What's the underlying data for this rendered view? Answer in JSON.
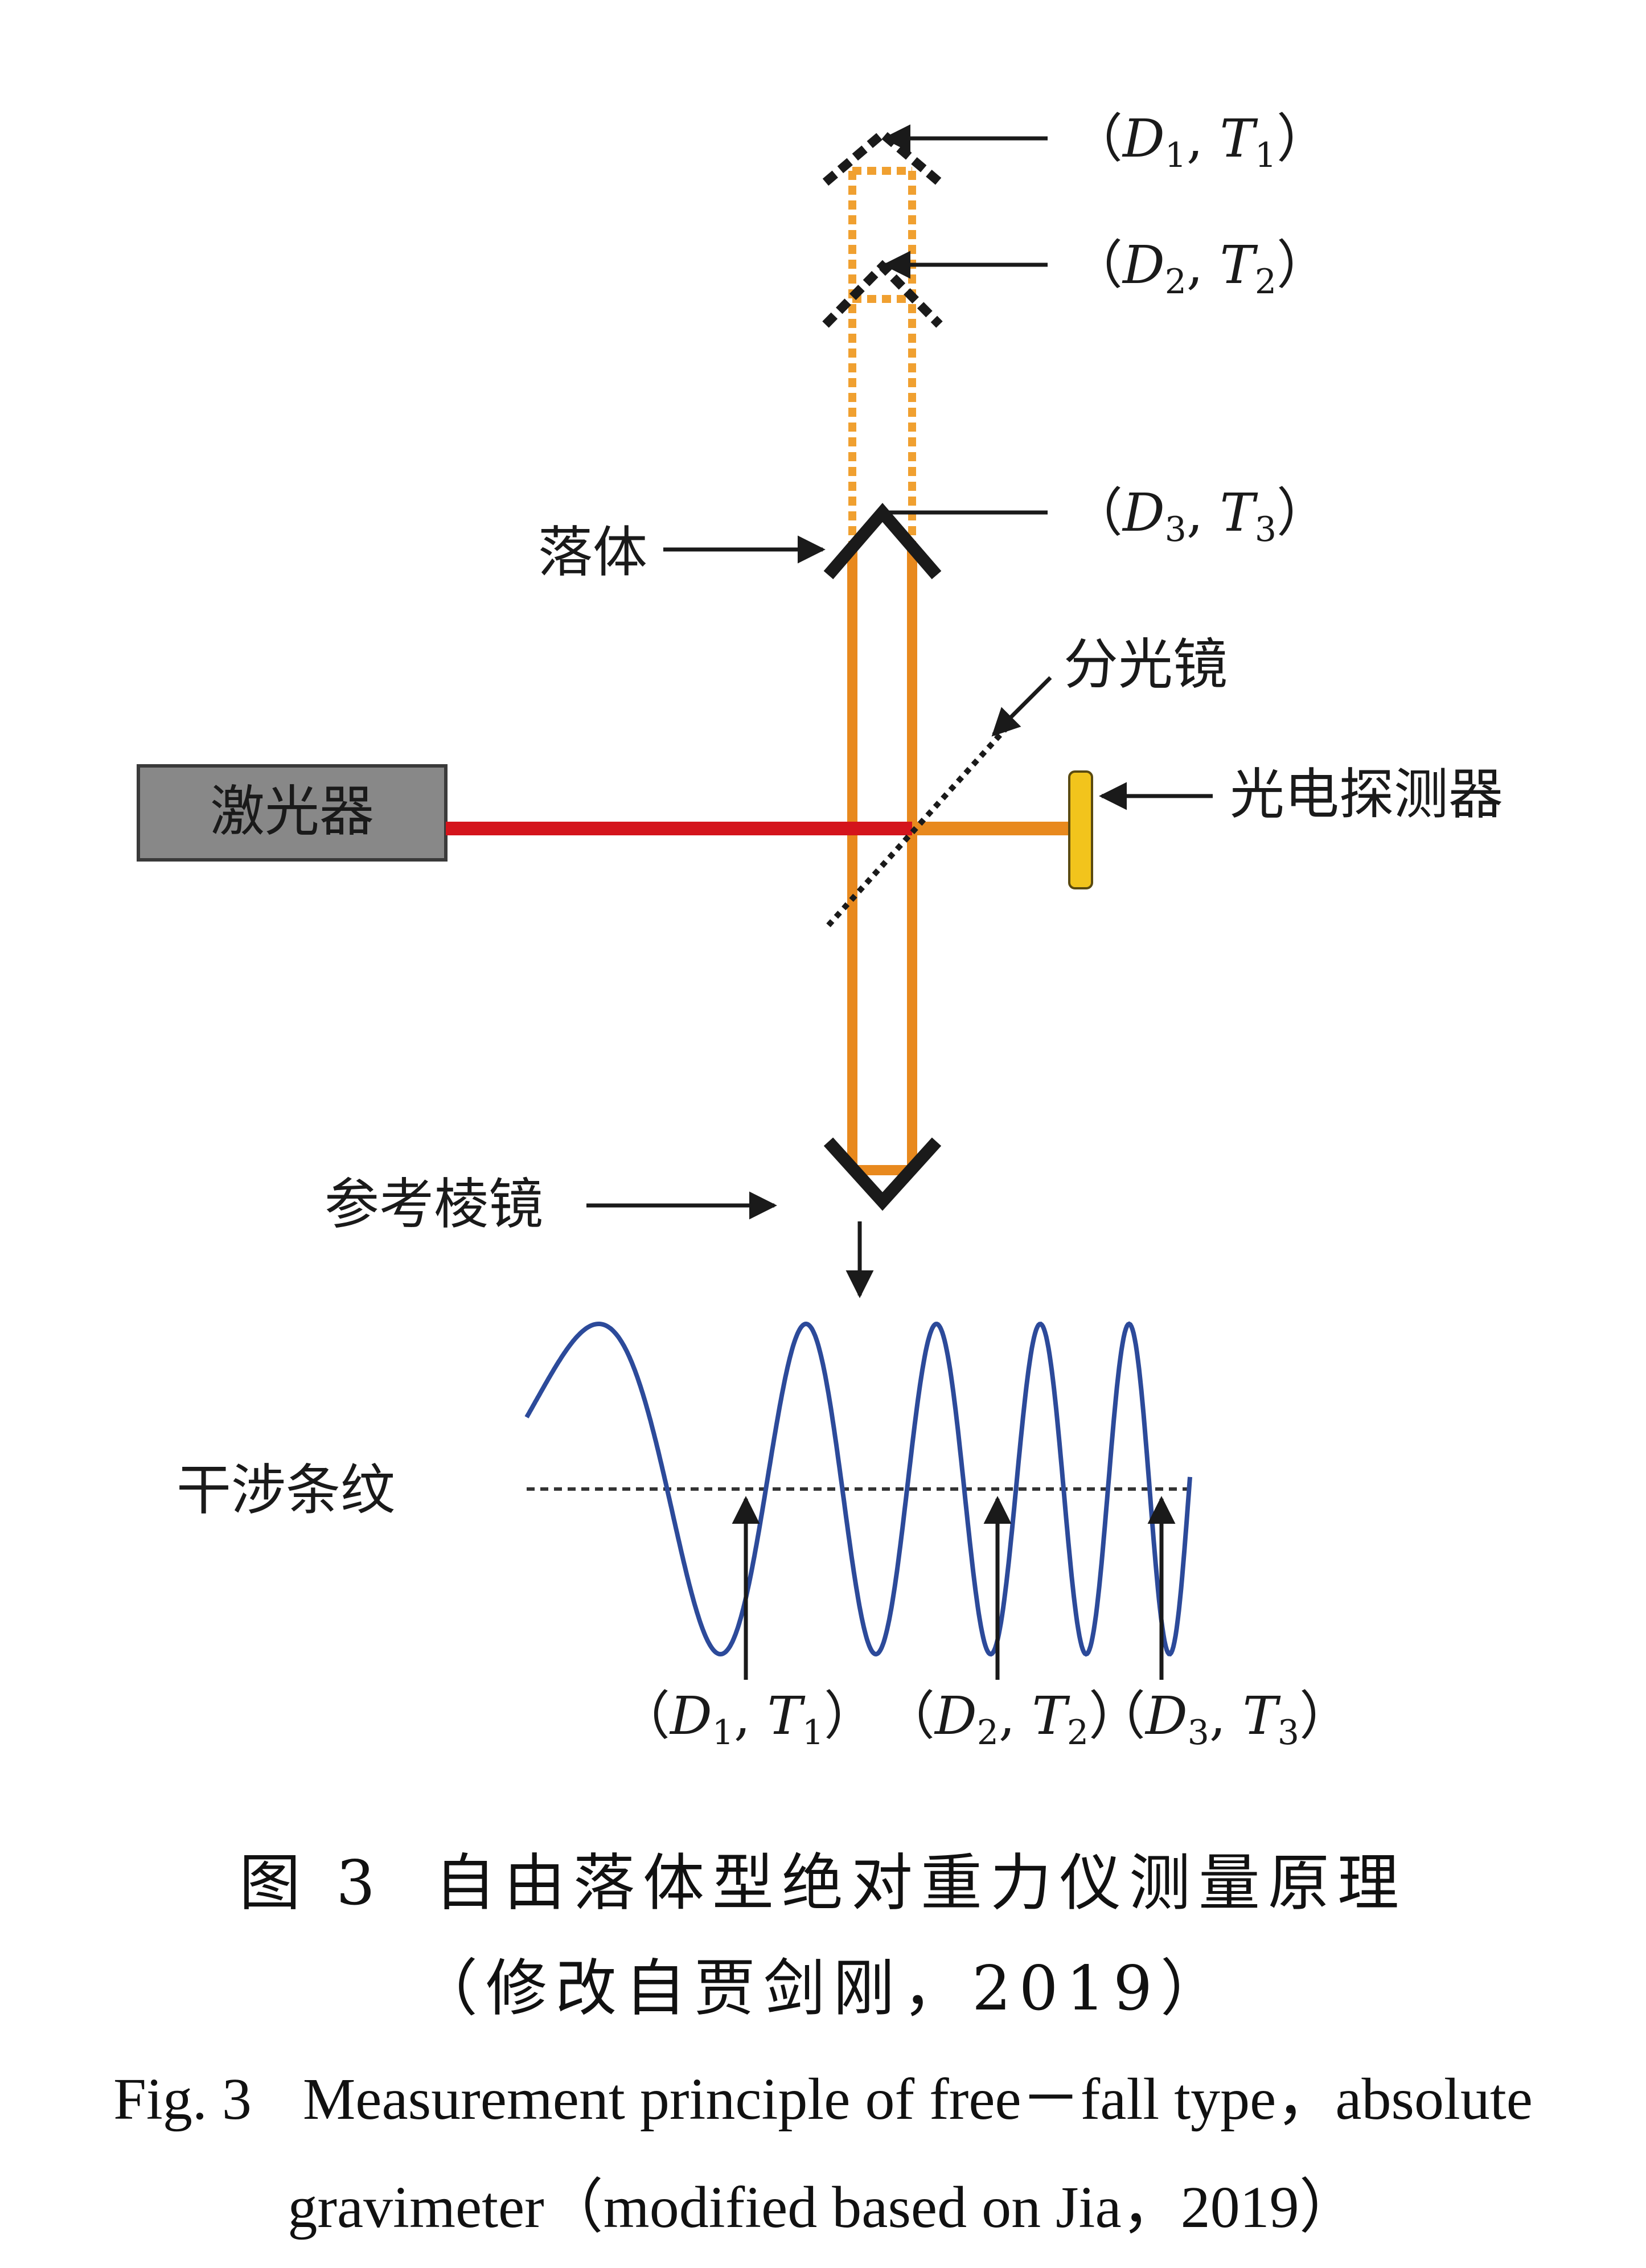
{
  "labels": {
    "falling_body": "落体",
    "beam_splitter": "分光镜",
    "laser": "激光器",
    "photodetector": "光电探测器",
    "reference_prism": "参考棱镜",
    "fringes": "干涉条纹"
  },
  "points": [
    {
      "D": "D",
      "T": "T",
      "sub": "1"
    },
    {
      "D": "D",
      "T": "T",
      "sub": "2"
    },
    {
      "D": "D",
      "T": "T",
      "sub": "3"
    }
  ],
  "punct": {
    "open": "（",
    "comma": ", ",
    "close": "）"
  },
  "caption": {
    "cn_number": "图 3",
    "cn_title": "自由落体型绝对重力仪测量原理",
    "cn_source": "（修改自贾剑刚，2019）",
    "en_line1_number": "Fig. 3",
    "en_line1_text": "Measurement principle of free－fall type，absolute",
    "en_line2": "gravimeter（modified based on Jia，2019）"
  },
  "colors": {
    "beam_orange": "#e8891e",
    "dotted_orange": "#f0a030",
    "laser_red": "#d4141c",
    "laser_box": "#888888",
    "detector_yellow": "#f2c41c",
    "wave_blue": "#2c4a9a"
  }
}
